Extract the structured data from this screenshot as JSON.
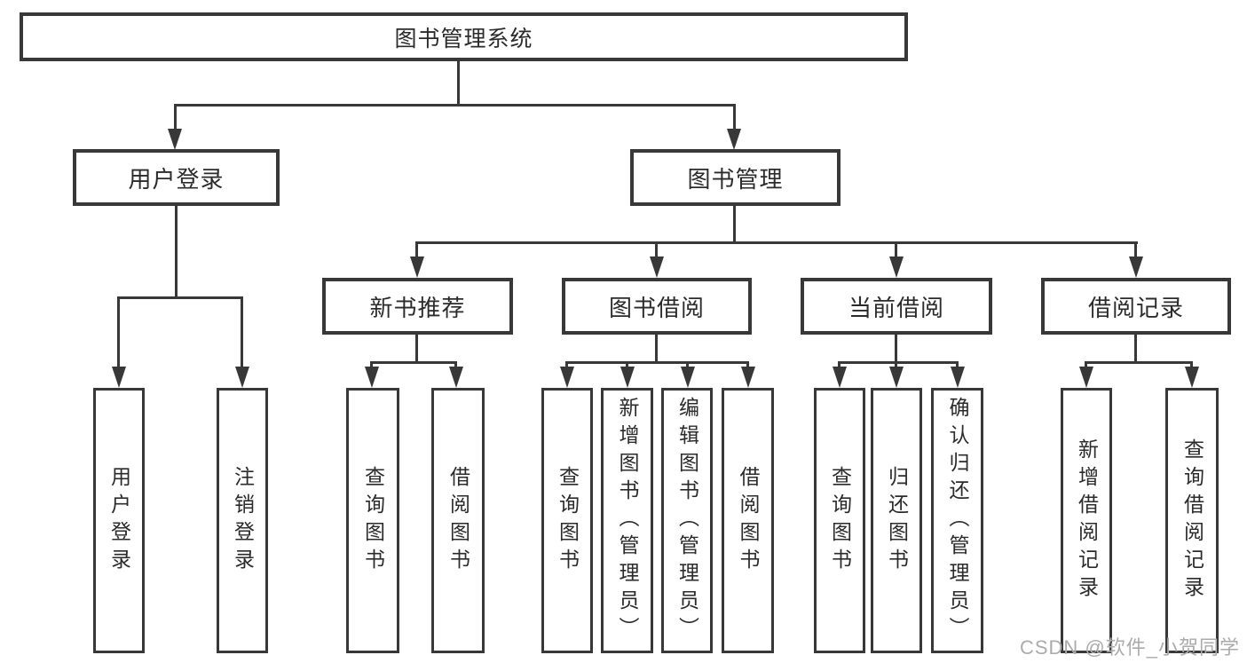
{
  "diagram": {
    "title": "图书管理系统",
    "root": {
      "label": "图书管理系统"
    },
    "level1": [
      {
        "label": "用户登录"
      },
      {
        "label": "图书管理"
      }
    ],
    "user_login_children": [
      "用户登录",
      "注销登录"
    ],
    "book_mgmt_children": [
      {
        "label": "新书推荐",
        "children": [
          "查询图书",
          "借阅图书"
        ]
      },
      {
        "label": "图书借阅",
        "children": [
          "查询图书",
          "新增图书（管理员）",
          "编辑图书（管理员）",
          "借阅图书"
        ]
      },
      {
        "label": "当前借阅",
        "children": [
          "查询图书",
          "归还图书",
          "确认归还（管理员）"
        ]
      },
      {
        "label": "借阅记录",
        "children": [
          "新增借阅记录",
          "查询借阅记录"
        ]
      }
    ],
    "colors": {
      "line": "#383838",
      "text": "#2b2b2b",
      "background": "#ffffff",
      "watermark": "#ababab"
    }
  },
  "watermark": {
    "text": "CSDN @软件_小贺同学"
  }
}
